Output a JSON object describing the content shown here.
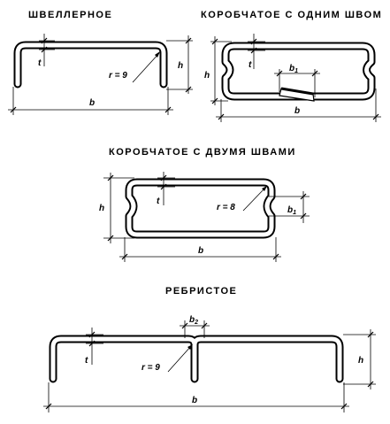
{
  "diagrams": {
    "channel": {
      "title": "ШВЕЛЛЕРНОЕ",
      "t": "t",
      "h": "h",
      "b": "b",
      "r": "r = 9"
    },
    "box_one_seam": {
      "title": "КОРОБЧАТОЕ  С  ОДНИМ  ШВОМ",
      "t": "t",
      "h": "h",
      "b": "b",
      "b1": "b",
      "b1_sub": "1"
    },
    "box_two_seams": {
      "title": "КОРОБЧАТОЕ  С  ДВУМЯ  ШВАМИ",
      "t": "t",
      "h": "h",
      "b": "b",
      "r": "r = 8",
      "b1": "b",
      "b1_sub": "1"
    },
    "ribbed": {
      "title": "РЕБРИСТОЕ",
      "t": "t",
      "h": "h",
      "b": "b",
      "r": "r = 9",
      "b2": "b",
      "b2_sub": "2"
    }
  }
}
